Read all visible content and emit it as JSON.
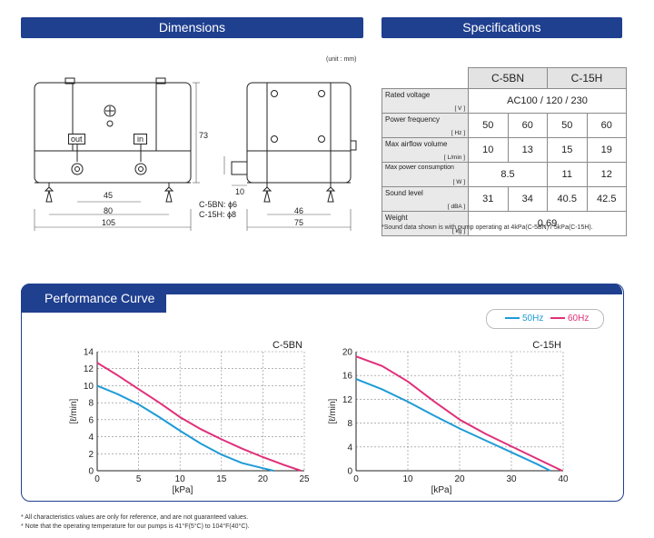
{
  "headers": {
    "dimensions": "Dimensions",
    "specifications": "Specifications",
    "performance": "Performance Curve"
  },
  "unit_note": "(unit : mm)",
  "drawing": {
    "port_out": "out",
    "port_in": "in",
    "dim_height": "73",
    "dim_45": "45",
    "dim_80": "80",
    "dim_105": "105",
    "dim_10": "10",
    "dim_46": "46",
    "dim_75": "75",
    "nozzle_c5bn": "C-5BN: ϕ6",
    "nozzle_c15h": "C-15H: ϕ8"
  },
  "spec_table": {
    "models": [
      "C-5BN",
      "C-15H"
    ],
    "rows": [
      {
        "label": "Rated voltage",
        "unit": "[ V ]",
        "values": [
          "AC100 / 120 / 230"
        ]
      },
      {
        "label": "Power frequency",
        "unit": "[ Hz ]",
        "values": [
          "50",
          "60",
          "50",
          "60"
        ]
      },
      {
        "label": "Max airflow volume",
        "unit": "[ L/min ]",
        "values": [
          "10",
          "13",
          "15",
          "19"
        ]
      },
      {
        "label": "Max power consumption",
        "unit": "[ W ]",
        "values": [
          "8.5",
          "11",
          "12"
        ]
      },
      {
        "label": "Sound level",
        "unit": "[ dBA ]",
        "values": [
          "31",
          "34",
          "40.5",
          "42.5"
        ]
      },
      {
        "label": "Weight",
        "unit": "[ kg ]",
        "values": [
          "0.69"
        ]
      }
    ],
    "footnote": "*Sound data shown is with pump operating at 4kPa(C-5BN) / 5kPa(C-15H)."
  },
  "legend": {
    "s50": "50Hz",
    "s60": "60Hz",
    "c50": "#1e9bd7",
    "c60": "#e0307a"
  },
  "chart_data": [
    {
      "type": "line",
      "title": "C-5BN",
      "xlabel": "[kPa]",
      "ylabel": "[ℓ/min]",
      "xlim": [
        0,
        25
      ],
      "ylim": [
        0,
        14
      ],
      "xticks": [
        0,
        5,
        10,
        15,
        20,
        25
      ],
      "yticks": [
        0,
        2,
        4,
        6,
        8,
        10,
        12,
        14
      ],
      "grid": "dashed",
      "series": [
        {
          "name": "50Hz",
          "x": [
            0,
            2.5,
            5,
            7.5,
            10,
            12.5,
            15,
            17.5,
            20,
            21.3
          ],
          "y": [
            10,
            9,
            7.8,
            6.3,
            4.7,
            3.2,
            1.9,
            0.9,
            0.3,
            0
          ]
        },
        {
          "name": "60Hz",
          "x": [
            0,
            2.5,
            5,
            7.5,
            10,
            12.5,
            15,
            17.5,
            20,
            22.5,
            24.6
          ],
          "y": [
            12.7,
            11.2,
            9.6,
            8,
            6.3,
            4.9,
            3.7,
            2.6,
            1.6,
            0.7,
            0
          ]
        }
      ]
    },
    {
      "type": "line",
      "title": "C-15H",
      "xlabel": "[kPa]",
      "ylabel": "[ℓ/min]",
      "xlim": [
        0,
        40
      ],
      "ylim": [
        0,
        20
      ],
      "xticks": [
        0,
        10,
        20,
        30,
        40
      ],
      "yticks": [
        0,
        4,
        8,
        12,
        16,
        20
      ],
      "grid": "dashed",
      "series": [
        {
          "name": "50Hz",
          "x": [
            0,
            5,
            10,
            15,
            20,
            25,
            30,
            35,
            37.5
          ],
          "y": [
            15.4,
            13.7,
            11.6,
            9.3,
            7.1,
            5.1,
            3.1,
            1.1,
            0
          ]
        },
        {
          "name": "60Hz",
          "x": [
            0,
            5,
            10,
            15,
            20,
            25,
            30,
            35,
            39.8
          ],
          "y": [
            19.2,
            17.6,
            15,
            11.7,
            8.6,
            6.2,
            4.1,
            2,
            0
          ]
        }
      ]
    }
  ],
  "footer": [
    "* All characteristics values are only for reference, and are not guaranteed values.",
    "* Note that the operating temperature for our pumps is 41°F(5°C) to 104°F(40°C)."
  ]
}
